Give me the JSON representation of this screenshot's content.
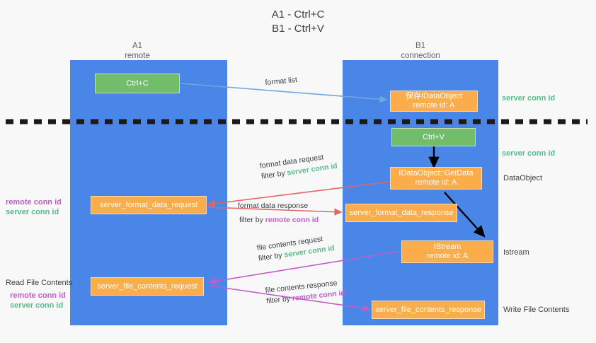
{
  "title": {
    "line1": "A1 - Ctrl+C",
    "line2": "B1 - Ctrl+V"
  },
  "lanes": [
    {
      "name": "A1",
      "sublabel": "remote"
    },
    {
      "name": "B1",
      "sublabel": "connection"
    }
  ],
  "colors": {
    "lane": "#4a86e8",
    "green_node": "#72bd6b",
    "orange_node": "#fbad4b",
    "server_conn_id": "#57bb8a",
    "remote_conn_id": "#c15ccb",
    "arrow_blue": "#6fa8dc",
    "arrow_red": "#e06666",
    "arrow_magenta": "#c15ccb",
    "arrow_black": "#000000",
    "background": "#f8f8f8"
  },
  "nodes": {
    "ctrl_c": {
      "line1": "Ctrl+C"
    },
    "save_idataobject": {
      "line1": "保存IDataObject",
      "line2": "remote id: A"
    },
    "ctrl_v": {
      "line1": "Ctrl+V"
    },
    "idataobject_getdata": {
      "line1": "IDataObject::GetData",
      "line2": "remote id: A"
    },
    "server_format_data_request": {
      "line1": "server_format_data_request"
    },
    "server_format_data_response": {
      "line1": "server_format_data_response"
    },
    "istream": {
      "line1": "IStream",
      "line2": "remote id: A"
    },
    "server_file_contents_request": {
      "line1": "server_file_contents_request"
    },
    "server_file_contents_response": {
      "line1": "server_file_contents_response"
    }
  },
  "mid_labels": {
    "format_list": "format list",
    "format_data_request": "format data request",
    "format_data_request_filter_prefix": "filter by ",
    "format_data_request_filter_value": "server conn id",
    "format_data_response": "format data response",
    "format_data_response_filter_prefix": "filter by ",
    "format_data_response_filter_value": "remote conn id",
    "file_contents_request": "file contents request",
    "file_contents_request_filter_prefix": "filter by ",
    "file_contents_request_filter_value": "server conn id",
    "file_contents_response": "file contents response",
    "file_contents_response_filter_prefix": "filter by ",
    "file_contents_response_filter_value": "remote conn id"
  },
  "right_annotations": {
    "server_conn_id_top": "server conn id",
    "server_conn_id_mid": "server conn id",
    "dataobject": "DataObject",
    "istream": "Istream",
    "write_file_contents": "Write File Contents"
  },
  "left_annotations": {
    "remote_conn_id_upper": "remote conn id",
    "server_conn_id_upper": "server conn id",
    "read_file_contents": "Read File Contents",
    "remote_conn_id_lower": "remote conn id",
    "server_conn_id_lower": "server conn id"
  }
}
